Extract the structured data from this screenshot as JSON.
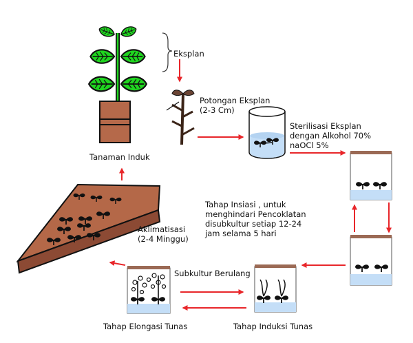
{
  "labels": {
    "eksplan": "Eksplan",
    "potongan_line1": "Potongan Eksplan",
    "potongan_line2": "(2-3 Cm)",
    "sterilisasi_line1": "Sterilisasi Eksplan",
    "sterilisasi_line2": "dengan Alkohol 70%",
    "sterilisasi_line3": "naOCl 5%",
    "tanaman_induk": "Tanaman Induk",
    "insiasi_line1": "Tahap Insiasi , untuk",
    "insiasi_line2": "menghindari Pencoklatan",
    "insiasi_line3": "disubkultur setiap 12-24",
    "insiasi_line4": "jam selama 5 hari",
    "aklimatisasi_line1": "Aklimatisasi",
    "aklimatisasi_line2": "(2-4 Minggu)",
    "subkultur": "Subkultur Berulang",
    "elongasi": "Tahap Elongasi Tunas",
    "induksi": "Tahap Induksi Tunas"
  },
  "colors": {
    "arrow": "#e8262a",
    "leaf": "#1fd61f",
    "pot": "#b5694a",
    "tray": "#8c4a34",
    "tray_top": "#b46848",
    "lid": "#9b6a55",
    "media": "#c4def7",
    "stem": "#4a2a1c"
  }
}
